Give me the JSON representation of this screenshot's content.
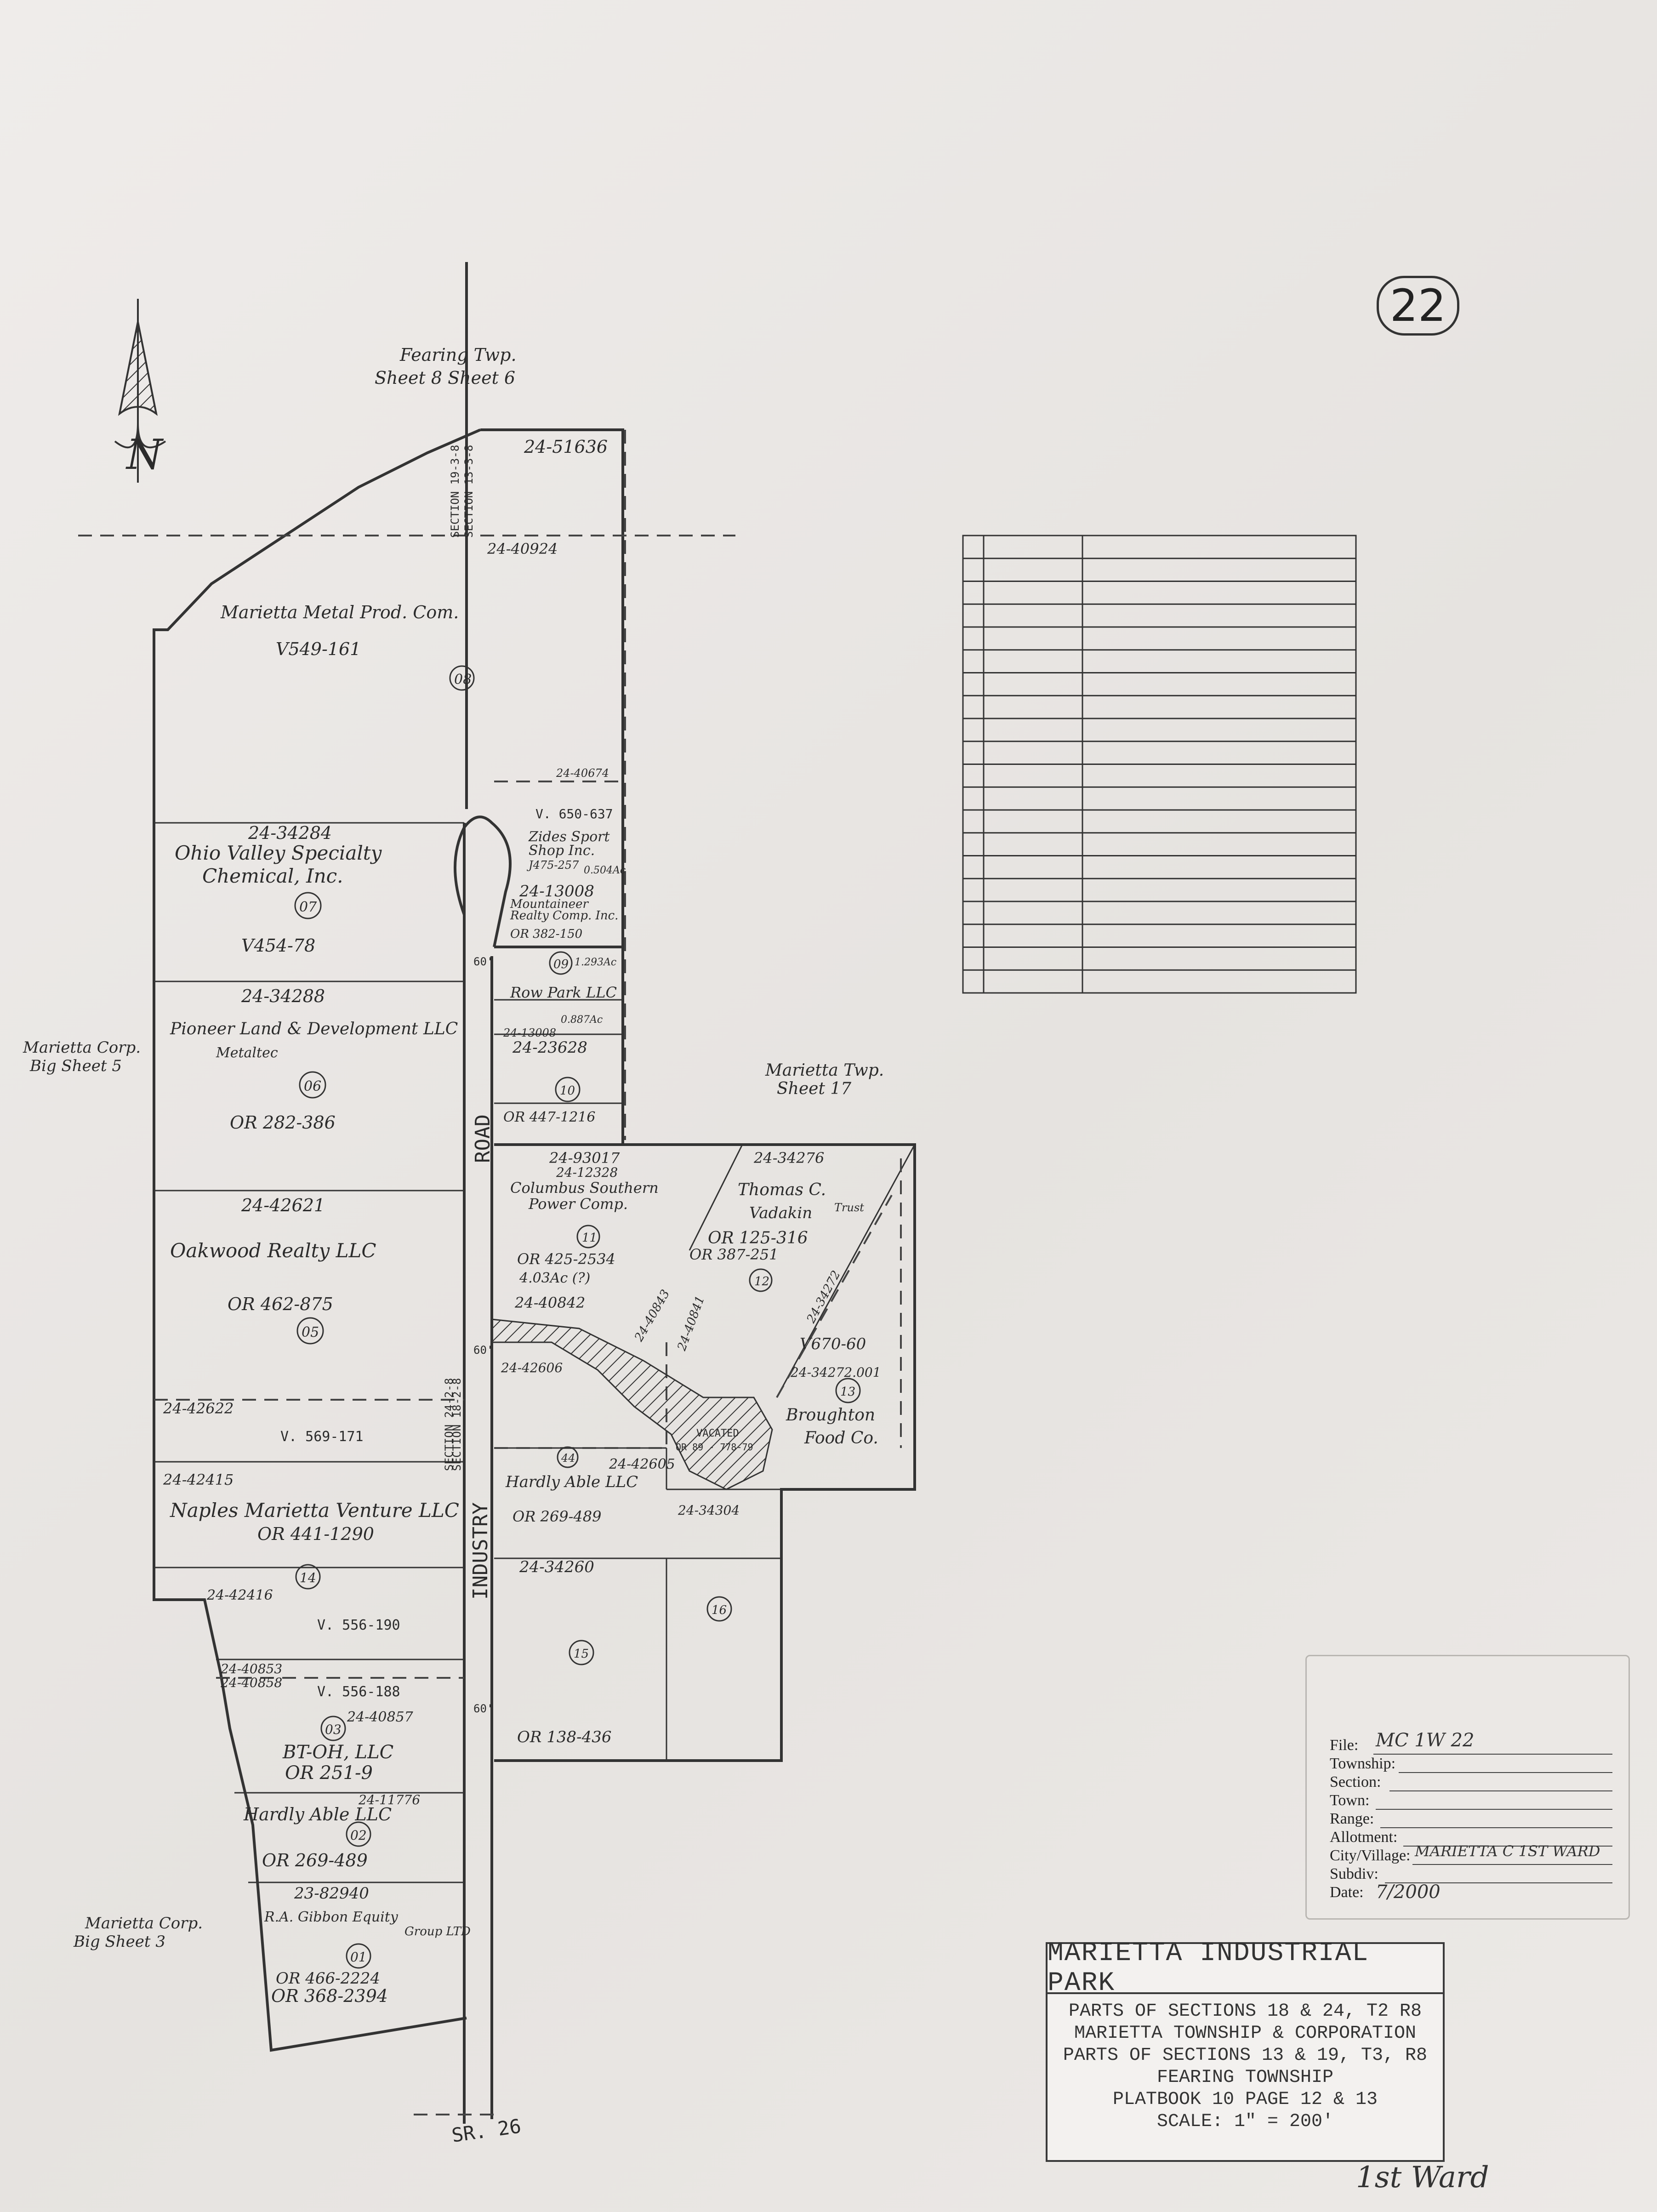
{
  "sheet_number": "22",
  "bottom_note": "1st Ward",
  "north_arrow": {
    "icon": "north-arrow-icon",
    "letter": "N"
  },
  "adjacent_labels": {
    "fearing_twp": "Fearing Twp.",
    "fearing_sheets": "Sheet 8   Sheet 6",
    "marietta_twp": "Marietta Twp.",
    "marietta_twp_sheet": "Sheet 17",
    "corp_big5_a": "Marietta Corp.",
    "corp_big5_b": "Big Sheet 5",
    "corp_big3_a": "Marietta Corp.",
    "corp_big3_b": "Big Sheet 3"
  },
  "section_labels": {
    "upper": "SECTION 19-3-8",
    "upper_b": "SECTION 13-3-8",
    "lower": "SECTION 24-2-8",
    "lower_b": "SECTION 18-2-8"
  },
  "roads": {
    "industry": "INDUSTRY",
    "road": "ROAD",
    "sr26": "SR. 26",
    "width_1": "60'",
    "width_2": "60'",
    "width_3": "60'"
  },
  "parcels": {
    "p1_num": "24-51636",
    "p2_num": "24-40924",
    "p3_owner": "Marietta Metal Prod. Com.",
    "p3_book": "V549-161",
    "p3_lot": "08",
    "p4_num": "24-34284",
    "p4_owner_a": "Ohio Valley Specialty",
    "p4_owner_b": "Chemical, Inc.",
    "p4_lot": "07",
    "p4_book": "V454-78",
    "p5_num": "24-34288",
    "p5_owner": "Pioneer Land & Development LLC",
    "p5_alt": "Metaltec",
    "p5_lot": "06",
    "p5_book": "OR 282-386",
    "p6_num": "24-42621",
    "p6_owner": "Oakwood Realty LLC",
    "p6_book": "OR 462-875",
    "p6_lot": "05",
    "p7_num": "24-42622",
    "p7_book": "V. 569-171",
    "p8_num": "24-42415",
    "p8_owner": "Naples Marietta Venture LLC",
    "p8_book": "OR 441-1290",
    "p8_lot": "14",
    "p9_num": "24-42416",
    "p9_book": "V. 556-190",
    "p10_num_a": "24-40853",
    "p10_num_b": "24-40858",
    "p10_book": "V. 556-188",
    "p11_num": "24-40857",
    "p11_lot": "03",
    "p11_owner": "BT-OH, LLC",
    "p11_book": "OR 251-9",
    "p12_num": "24-11776",
    "p12_owner": "Hardly Able LLC",
    "p12_lot": "02",
    "p12_book": "OR 269-489",
    "p13_num": "23-82940",
    "p13_owner": "R.A. Gibbon Equity",
    "p13_owner_b": "Group LTD",
    "p13_lot": "01",
    "p13_book_a": "OR 466-2224",
    "p13_book_b": "OR 368-2394",
    "e1_num": "24-40674",
    "e1_book": "V. 650-637",
    "e2_owner_a": "Zides Sport",
    "e2_owner_b": "Shop Inc.",
    "e2_book": "J475-257",
    "e2_area": "0.504Ac",
    "e3_num": "24-13008",
    "e3_owner_a": "Mountaineer",
    "e3_owner_b": "Realty Comp. Inc.",
    "e3_book": "OR 382-150",
    "e3_lot": "09",
    "e3_area": "1.293Ac",
    "e4_owner": "Row Park LLC",
    "e4_area": "0.887Ac",
    "e4_num_a": "24-13008",
    "e4_num_b": "24-23628",
    "e4_lot": "10",
    "e4_book": "OR 447-1216",
    "c1_num_a": "24-93017",
    "c1_num_b": "24-12328",
    "c1_owner_a": "Columbus Southern",
    "c1_owner_b": "Power Comp.",
    "c1_lot": "11",
    "c1_book": "OR 425-2534",
    "c1_area": "4.03Ac (?)",
    "c1_num_c": "24-40842",
    "c1_num_d": "24-42606",
    "c2_num": "24-34276",
    "c2_owner_a": "Thomas C.",
    "c2_owner_b": "Vadakin",
    "c2_trust": "Trust",
    "c2_book_a": "OR 125-316",
    "c2_book_b": "OR 387-251",
    "c2_lot": "12",
    "c2_num_b": "24-40843",
    "c2_num_c": "24-40841",
    "c3_book": "V670-60",
    "c3_num": "24-34272.001",
    "c3_owner_a": "Broughton",
    "c3_owner_b": "Food Co.",
    "c3_lot": "13",
    "c3_strip": "24-34272",
    "c4_num": "24-42605",
    "c4_owner": "Hardly Able LLC",
    "c4_book": "OR 269-489",
    "c4_lot": "44",
    "c5_num": "24-34304",
    "c6_num": "24-34260",
    "c6_lot_a": "15",
    "c6_lot_b": "16",
    "c6_book": "OR 138-436",
    "vacated": "VACATED",
    "vacated_book": "OR 89 - 778-79"
  },
  "title_block": {
    "title": "MARIETTA INDUSTRIAL PARK",
    "line1": "PARTS OF SECTIONS 18 & 24, T2 R8",
    "line2": "MARIETTA TOWNSHIP & CORPORATION",
    "line3": "PARTS OF SECTIONS 13 & 19, T3, R8",
    "line4": "FEARING TOWNSHIP",
    "line5": "PLATBOOK 10 PAGE 12 & 13",
    "line6": "SCALE: 1\" = 200'"
  },
  "file_card": {
    "file_label": "File:",
    "file_value": "MC 1W 22",
    "township_label": "Township:",
    "section_label": "Section:",
    "town_label": "Town:",
    "range_label": "Range:",
    "allotment_label": "Allotment:",
    "city_label": "City/Village:",
    "city_value": "MARIETTA C 1ST WARD",
    "subdiv_label": "Subdiv:",
    "date_label": "Date:",
    "date_value": "7/2000"
  },
  "colors": {
    "ink": "#2b2b2b",
    "paper": "#ebe8e5"
  }
}
